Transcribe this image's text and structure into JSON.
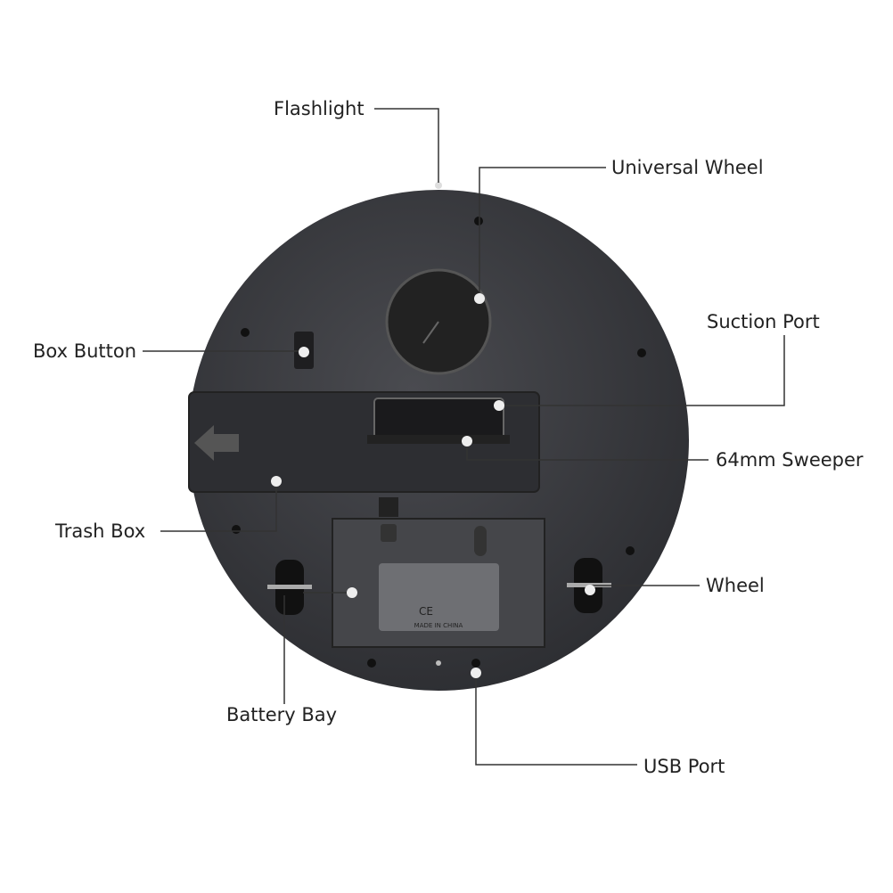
{
  "labels": {
    "flashlight": "Flashlight",
    "universal_wheel": "Universal Wheel",
    "suction_port": "Suction Port",
    "box_button": "Box Button",
    "sweeper": "64mm Sweeper",
    "trash_box": "Trash Box",
    "wheel": "Wheel",
    "battery_bay": "Battery Bay",
    "usb_port": "USB Port"
  },
  "device_text": {
    "made_in": "MADE IN CHINA",
    "cert": "CE"
  },
  "colors": {
    "body": "#3a3b3f",
    "line": "#333333",
    "dot": "#e8e8e8"
  }
}
